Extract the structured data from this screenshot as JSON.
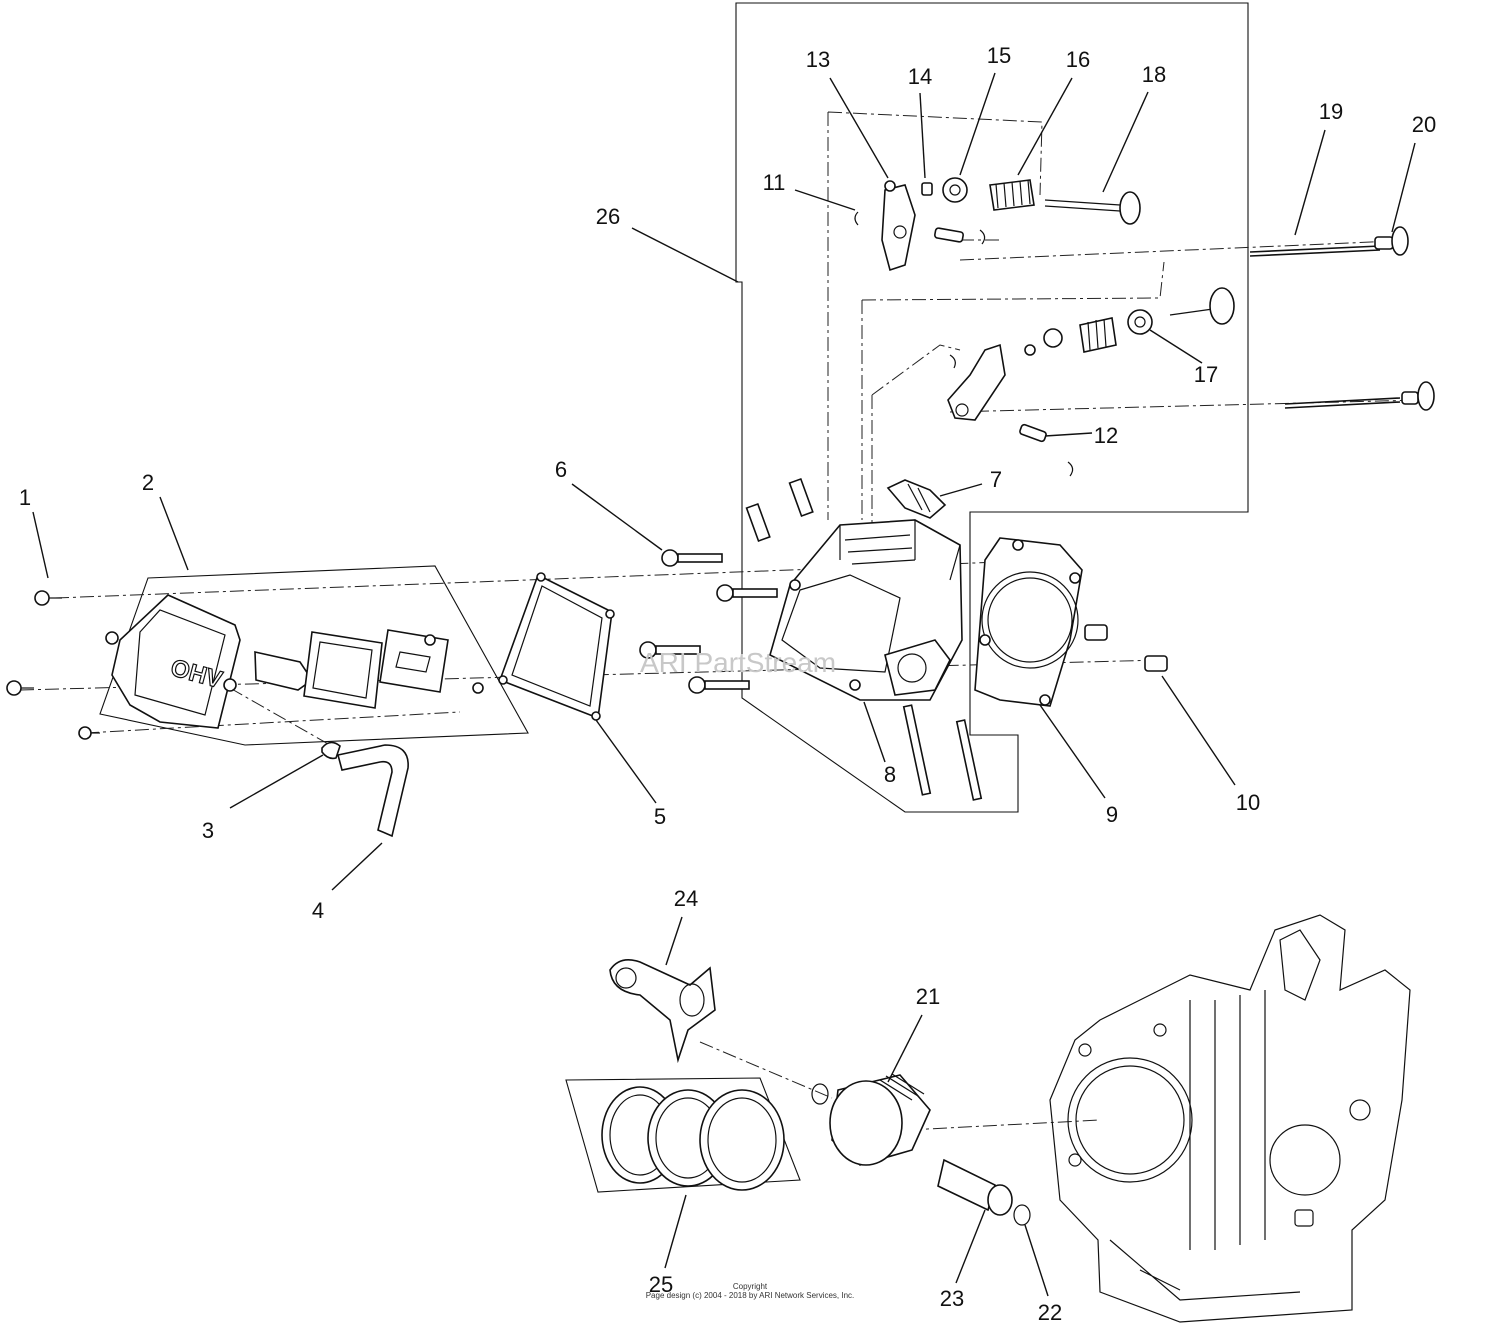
{
  "diagram": {
    "callouts": [
      "1",
      "2",
      "3",
      "4",
      "5",
      "6",
      "7",
      "8",
      "9",
      "10",
      "11",
      "12",
      "13",
      "14",
      "15",
      "16",
      "17",
      "18",
      "19",
      "20",
      "21",
      "22",
      "23",
      "24",
      "25",
      "26"
    ],
    "cover_emboss": "OHV",
    "watermark": "ARI PartStream",
    "copyright_line1": "Copyright",
    "copyright_line2": "Page design (c) 2004 - 2018 by ARI Network Services, Inc."
  },
  "colors": {
    "line": "#111111",
    "background": "#ffffff",
    "watermark": "#c8c8c8"
  }
}
